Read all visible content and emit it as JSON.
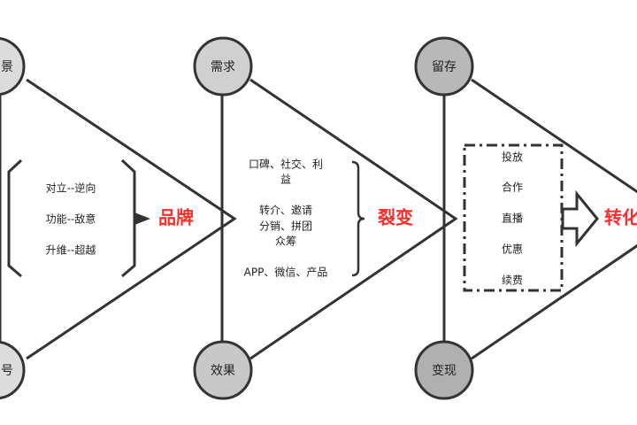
{
  "colors": {
    "accent": "#ff2a2a",
    "line": "#333333"
  },
  "stages": [
    {
      "label": "品牌",
      "top_node": "景",
      "bottom_node": "号",
      "items": [
        "对立--逆向",
        "功能--敌意",
        "升维--超越"
      ]
    },
    {
      "label": "裂变",
      "top_node": "需求",
      "bottom_node": "效果",
      "items": [
        "口碑、社交、利",
        "益",
        "转介、邀请",
        "分销、拼团",
        "众筹",
        "APP、微信、产品"
      ]
    },
    {
      "label": "转化",
      "top_node": "留存",
      "bottom_node": "变现",
      "items": [
        "投放",
        "合作",
        "直播",
        "优惠",
        "续费"
      ]
    }
  ]
}
